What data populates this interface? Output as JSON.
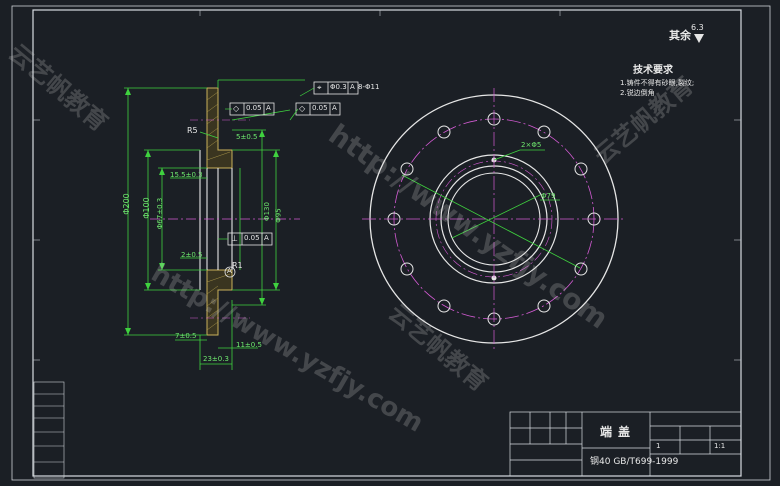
{
  "drawing": {
    "roughness_other": {
      "label": "其余",
      "value": "6.3"
    },
    "tech_req": {
      "title": "技术要求",
      "items": [
        "1.铸件不得有砂眼,裂纹;",
        "2.锐边倒角"
      ]
    },
    "dimensions": {
      "d200": "Φ200",
      "d100": "Φ100",
      "d130": "Φ130",
      "d67": "Φ67±0.3",
      "d95": "Φ95",
      "r5": "R5",
      "r1": "R1",
      "h5": "5±0.5",
      "h155": "15.5±0.3",
      "h2": "2±0.5",
      "h7": "7±0.5",
      "h11": "11±0.5",
      "h23": "23±0.3",
      "holes_8": "8-Φ11",
      "holes_2": "2×Φ5",
      "pcd_79": "Φ79"
    },
    "gdt": {
      "flat1": {
        "sym": "◇",
        "tol": "0.05",
        "ref": "A"
      },
      "flat2": {
        "sym": "◇",
        "tol": "0.05",
        "ref": "A"
      },
      "perp": {
        "sym": "⊥",
        "tol": "0.05",
        "ref": "A"
      },
      "pos": {
        "sym": "⌖",
        "tol": "Φ0.3",
        "ref": "A"
      },
      "datum": "A"
    },
    "title_block": {
      "part_name": "端盖",
      "material": "钢40 GB/T699-1999",
      "scale": "1:1",
      "sheet": "1"
    },
    "watermark": {
      "url": "http://www.yzfjy.com",
      "brand": "云艺帆教育"
    }
  }
}
